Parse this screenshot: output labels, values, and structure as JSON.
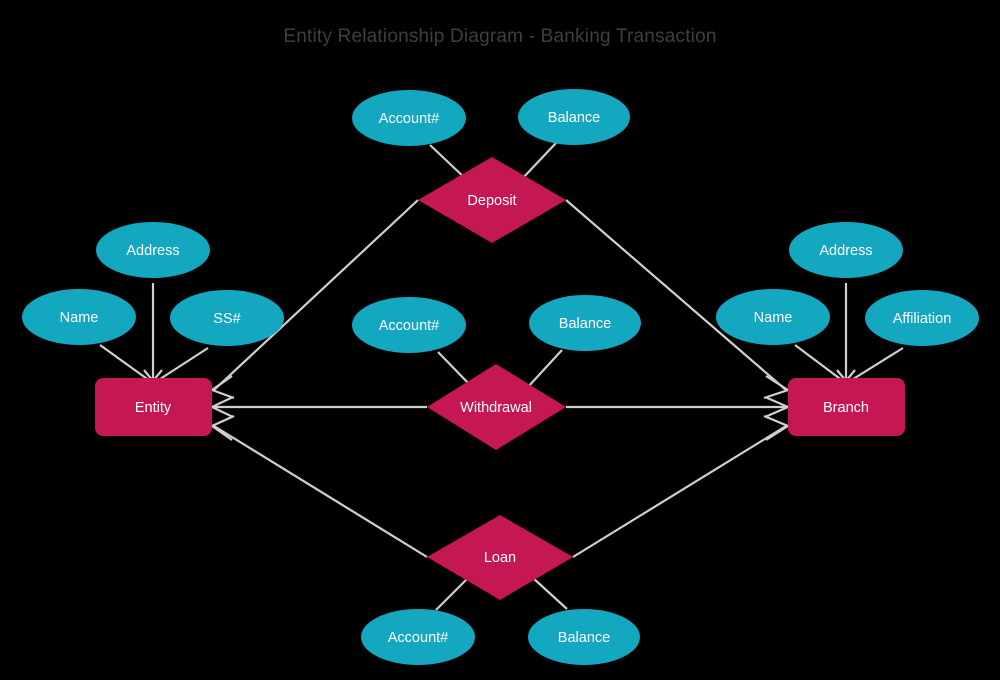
{
  "title": "Entity Relationship Diagram - Banking Transaction",
  "colors": {
    "background": "#000000",
    "entity_fill": "#c41753",
    "relationship_fill": "#c41753",
    "attribute_fill": "#14a7c0",
    "edge_stroke": "#cfcfcf",
    "title_text": "#3f3f3f",
    "node_text": "#ffffff"
  },
  "entities": [
    {
      "id": "entity",
      "label": "Entity"
    },
    {
      "id": "branch",
      "label": "Branch"
    }
  ],
  "relationships": [
    {
      "id": "deposit",
      "label": "Deposit"
    },
    {
      "id": "withdrawal",
      "label": "Withdrawal"
    },
    {
      "id": "loan",
      "label": "Loan"
    }
  ],
  "attributes": {
    "entity": [
      {
        "id": "entity-address",
        "label": "Address"
      },
      {
        "id": "entity-name",
        "label": "Name"
      },
      {
        "id": "entity-ss",
        "label": "SS#"
      }
    ],
    "branch": [
      {
        "id": "branch-address",
        "label": "Address"
      },
      {
        "id": "branch-name",
        "label": "Name"
      },
      {
        "id": "branch-affiliation",
        "label": "Affiliation"
      }
    ],
    "deposit": [
      {
        "id": "deposit-account",
        "label": "Account#"
      },
      {
        "id": "deposit-balance",
        "label": "Balance"
      }
    ],
    "withdrawal": [
      {
        "id": "withdrawal-account",
        "label": "Account#"
      },
      {
        "id": "withdrawal-balance",
        "label": "Balance"
      }
    ],
    "loan": [
      {
        "id": "loan-account",
        "label": "Account#"
      },
      {
        "id": "loan-balance",
        "label": "Balance"
      }
    ]
  }
}
